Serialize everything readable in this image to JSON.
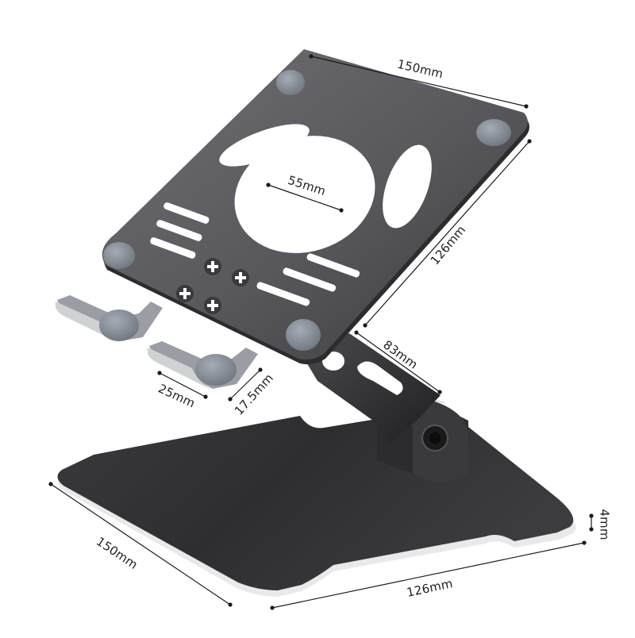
{
  "diagram": {
    "subject": "Foldable tablet stand",
    "colors": {
      "background": "#ffffff",
      "plate_dark": "#3c3c3e",
      "plate_light": "#6b6b6e",
      "base_dark": "#2a2a2c",
      "pad_gray": "#8c939b",
      "dimension_line": "#1a1a1a",
      "edge_highlight": "#e8e8e8"
    },
    "dimensions": {
      "top_width": "150mm",
      "top_depth": "126mm",
      "center_hole": "55mm",
      "arm_length": "83mm",
      "lip_width": "25mm",
      "lip_height": "17.5mm",
      "base_width": "150mm",
      "base_depth": "126mm",
      "base_thickness": "4mm"
    }
  }
}
